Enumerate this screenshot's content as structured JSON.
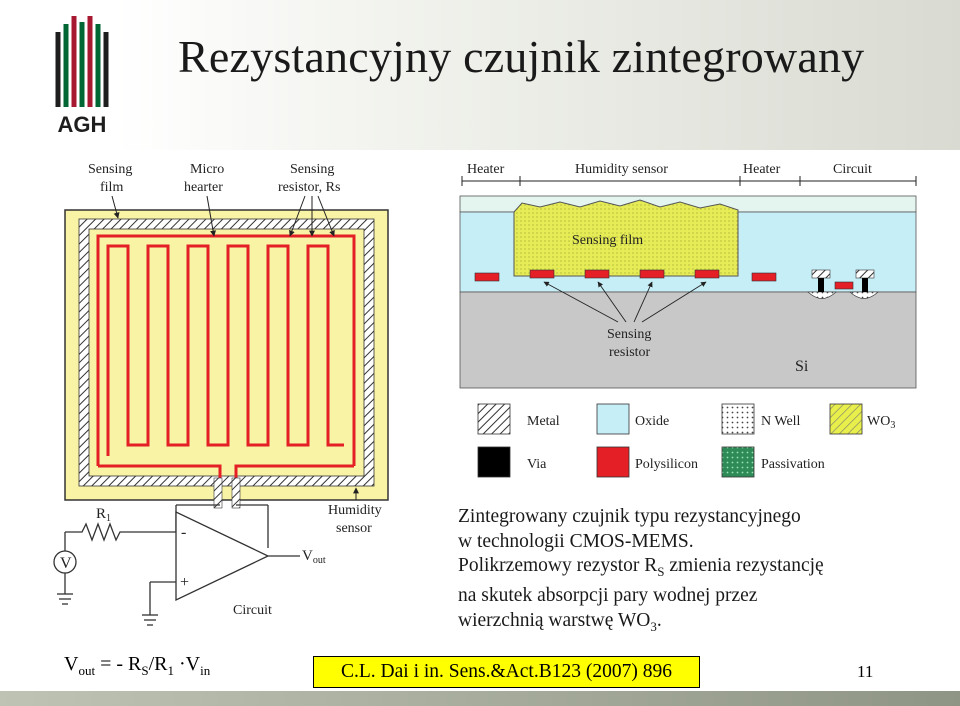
{
  "slide": {
    "title": "Rezystancyjny czujnik zintegrowany",
    "logo_text": "AGH",
    "page_number": "11"
  },
  "colors": {
    "agh_green": "#006633",
    "agh_red": "#a71930",
    "agh_black": "#1e1e1e",
    "film_yellow": "#f9f3a5",
    "heater_red": "#e41f26",
    "oxide_blue": "#c6eef7",
    "si_gray": "#c8c8c8",
    "wo3_yellow": "#e8ee4a",
    "passivation_green": "#2e8b57",
    "citation_bg": "#ffff00"
  },
  "left_diagram": {
    "label_sensing_film": [
      "Sensing",
      "film"
    ],
    "label_micro_heater": [
      "Micro",
      "hearter"
    ],
    "label_sensing_resistor": [
      "Sensing",
      "resistor, Rs"
    ],
    "label_humidity_sensor": [
      "Humidity",
      "sensor"
    ],
    "label_r1": "R",
    "label_r1_sub": "1",
    "label_vout": "V",
    "label_vout_sub": "out",
    "label_circuit": "Circuit",
    "source_symbol": "V",
    "opamp_minus": "-",
    "opamp_plus": "+"
  },
  "cross_section": {
    "label_heater_left": "Heater",
    "label_humidity_sensor": "Humidity sensor",
    "label_heater_right": "Heater",
    "label_circuit": "Circuit",
    "label_sensing_film": "Sensing film",
    "label_sensing_resistor": [
      "Sensing",
      "resistor"
    ],
    "label_si": "Si"
  },
  "legend": {
    "items": [
      {
        "label": "Metal",
        "pattern": "hatch-black"
      },
      {
        "label": "Oxide",
        "pattern": "light-blue"
      },
      {
        "label": "N Well",
        "pattern": "dots"
      },
      {
        "label": "WO",
        "label_sub": "3",
        "pattern": "hatch-yellow"
      },
      {
        "label": "Via",
        "pattern": "black"
      },
      {
        "label": "Polysilicon",
        "pattern": "red"
      },
      {
        "label": "Passivation",
        "pattern": "green-dots"
      }
    ]
  },
  "description": {
    "line1": "Zintegrowany czujnik typu rezystancyjnego",
    "line2": "w technologii CMOS-MEMS.",
    "line3_pre": "Polikrzemowy rezystor R",
    "line3_sub": "S",
    "line3_post": " zmienia rezystancję",
    "line4": "na skutek absorpcji pary wodnej przez",
    "line5_pre": "wierzchnią warstwę WO",
    "line5_sub": "3",
    "line5_post": "."
  },
  "formula": {
    "v": "V",
    "out_sub": "out",
    "eq": " = - R",
    "s_sub": "S",
    "r1": "/R",
    "one_sub": "1",
    "dot": " ·V",
    "in_sub": "in"
  },
  "citation": "C.L. Dai i in. Sens.&Act.B123 (2007) 896"
}
